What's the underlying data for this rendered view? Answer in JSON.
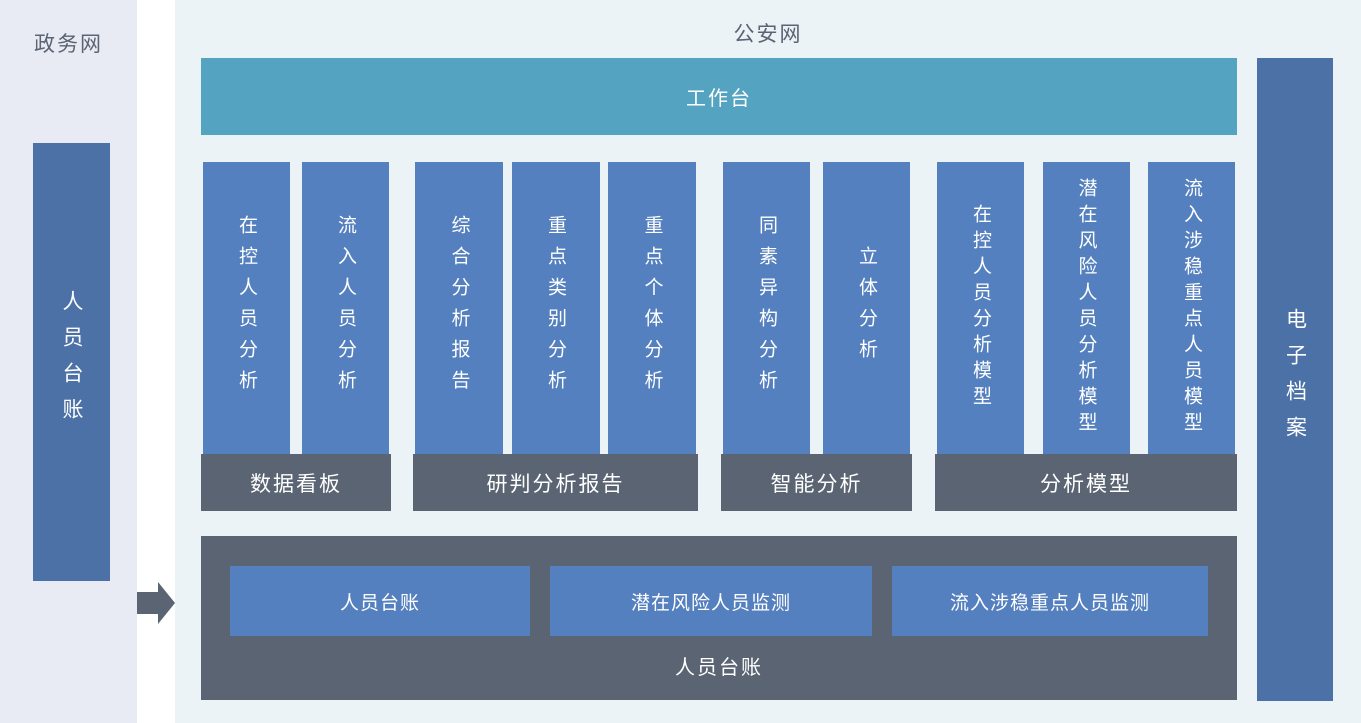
{
  "left_panel": {
    "title": "政务网",
    "bar_label": "人员台账"
  },
  "main_panel": {
    "title": "公安网",
    "workbench_label": "工作台",
    "groups": [
      {
        "label": "数据看板",
        "columns": [
          "在控人员分析",
          "流入人员分析"
        ]
      },
      {
        "label": "研判分析报告",
        "columns": [
          "综合分析报告",
          "重点类别分析",
          "重点个体分析"
        ]
      },
      {
        "label": "智能分析",
        "columns": [
          "同素异构分析",
          "立体分析"
        ]
      },
      {
        "label": "分析模型",
        "columns": [
          "在控人员分析模型",
          "潜在风险人员分析模型",
          "流入涉稳重点人员模型"
        ]
      }
    ],
    "bottom_box": {
      "buttons": [
        "人员台账",
        "潜在风险人员监测",
        "流入涉稳重点人员监测"
      ],
      "label": "人员台账"
    }
  },
  "right_bar_label": "电子档案",
  "colors": {
    "module_blue": "#5580bf",
    "side_bar_blue": "#4b71a7",
    "workbench_teal": "#54a4c1",
    "group_label_grey": "#5a6473",
    "left_panel_bg": "#e9ebf4",
    "main_panel_bg": "#ecf3f7",
    "title_text": "#5a6472"
  }
}
